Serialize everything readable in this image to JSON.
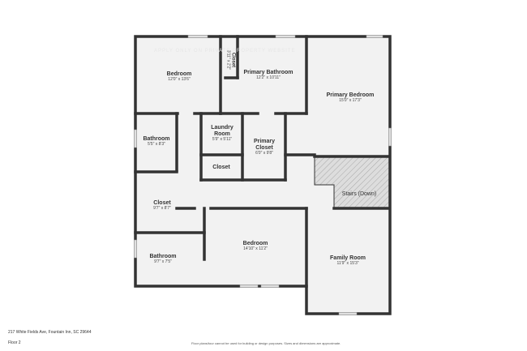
{
  "watermark": "APPLY ONLY ON PRIVATE PROPERTY WEBSITE",
  "rooms": {
    "bedroom_nw": {
      "name": "Bedroom",
      "dim": "12'0\" x 13'6\""
    },
    "closet_small": {
      "name": "Closet",
      "dim": "3'11\" x 2'2\""
    },
    "primary_bathroom": {
      "name": "Primary Bathroom",
      "dim": "12'2\" x 10'11\""
    },
    "primary_bedroom": {
      "name": "Primary Bedroom",
      "dim": "15'0\" x 17'3\""
    },
    "bathroom_w": {
      "name": "Bathroom",
      "dim": "5'5\" x 8'3\""
    },
    "laundry": {
      "name": "Laundry Room",
      "dim": "5'9\" x 5'11\""
    },
    "primary_closet": {
      "name": "Primary Closet",
      "dim": "6'0\" x 9'8\""
    },
    "closet_mid": {
      "name": "Closet"
    },
    "stairs": {
      "name": "Stairs (Down)"
    },
    "closet_w": {
      "name": "Closet",
      "dim": "9'7\" x 8'7\""
    },
    "bathroom_sw": {
      "name": "Bathroom",
      "dim": "9'7\" x 7'5\""
    },
    "bedroom_s": {
      "name": "Bedroom",
      "dim": "14'10\" x 11'2\""
    },
    "family_room": {
      "name": "Family Room",
      "dim": "11'9\" x 15'3\""
    }
  },
  "footer": {
    "address": "217 White Fields Ave, Fountain Inn, SC 29644",
    "floor": "Floor 2",
    "disclaimer": "Floor plans/tour cannot be used for building or design purposes. Sizes and dimensions are approximate."
  },
  "colors": {
    "wall": "#333333",
    "floor": "#f2f2f2",
    "window": "#e0e0e0",
    "stairs": "#dddddd"
  }
}
